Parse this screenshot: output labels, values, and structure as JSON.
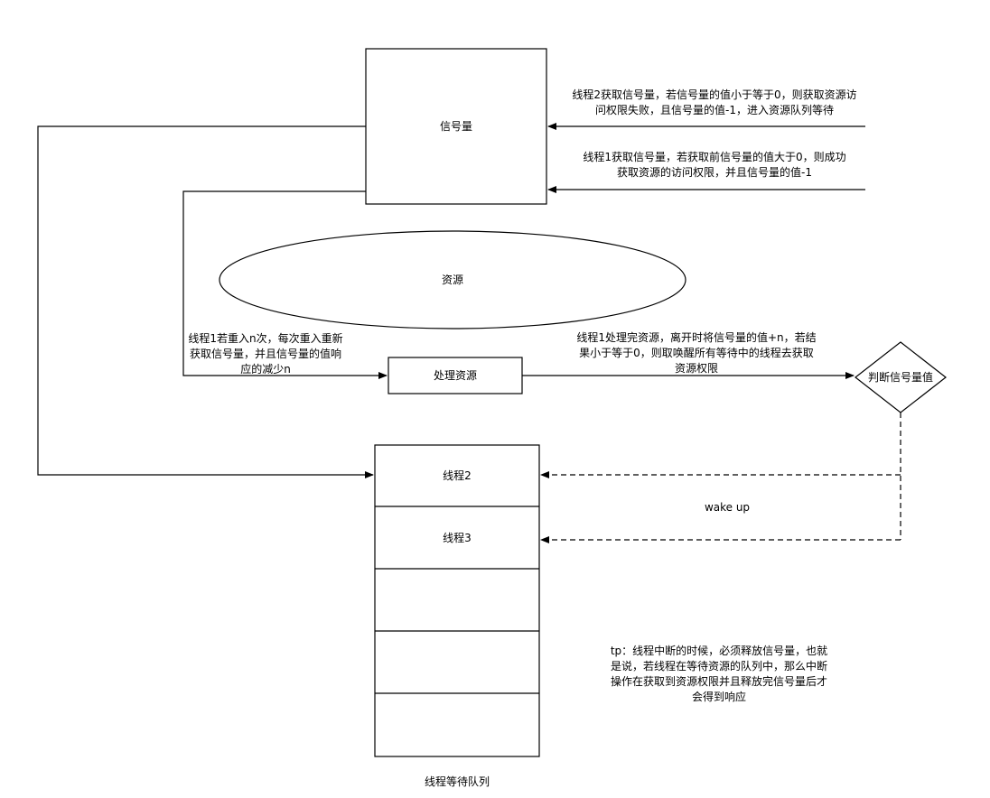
{
  "nodes": {
    "semaphore": "信号量",
    "resource": "资源",
    "process": "处理资源",
    "decision": "判断信号量值",
    "queue_slots": [
      "线程2",
      "线程3",
      "",
      "",
      ""
    ],
    "queue_title": "线程等待队列"
  },
  "edge_labels": {
    "thread2_acquire": [
      "线程2获取信号量，若信号量的值小于等于0，则获取资源访",
      "问权限失败，且信号量的值-1，进入资源队列等待"
    ],
    "thread1_acquire": [
      "线程1获取信号量，若获取前信号量的值大于0，则成功",
      "获取资源的访问权限，并且信号量的值-1"
    ],
    "reentry": [
      "线程1若重入n次，每次重入重新",
      "获取信号量，并且信号量的值响",
      "应的减少n"
    ],
    "release": [
      "线程1处理完资源，离开时将信号量的值+n，若结",
      "果小于等于0，则取唤醒所有等待中的线程去获取",
      "资源权限"
    ],
    "wake_up": "wake up"
  },
  "note": [
    "tp：线程中断的时候，必须释放信号量，也就",
    "是说，若线程在等待资源的队列中，那么中断",
    "操作在获取到资源权限并且释放完信号量后才",
    "会得到响应"
  ]
}
